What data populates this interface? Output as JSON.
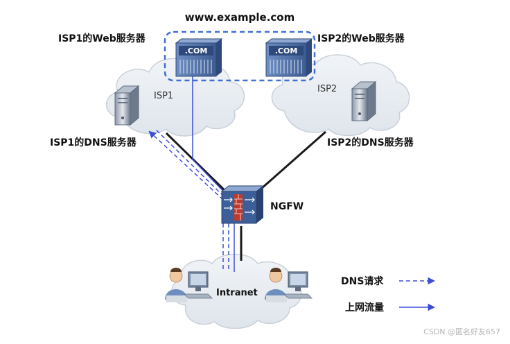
{
  "title": "www.example.com",
  "labels": {
    "isp1_web": "ISP1的Web服务器",
    "isp2_web": "ISP2的Web服务器",
    "isp1_dns": "ISP1的DNS服务器",
    "isp2_dns": "ISP2的DNS服务器",
    "isp1_cloud": "ISP1",
    "isp2_cloud": "ISP2",
    "ngfw": "NGFW",
    "intranet": "Intranet",
    "com_left": ".COM",
    "com_right": ".COM"
  },
  "legend": {
    "dns_request": "DNS请求",
    "internet_traffic": "上网流量"
  },
  "watermark": "CSDN @匿名好友657",
  "colors": {
    "cloud_fill": "#e8ecf1",
    "cloud_stroke": "#c9d0d9",
    "web_group_border": "#3f6fd1",
    "link_black": "#1a1a1a",
    "flow_blue": "#3b4ed8",
    "server_blue": "#4c6ea6",
    "firewall_blue": "#3d5f99",
    "firewall_red": "#c0392b"
  },
  "icons": [
    "cloud-icon",
    "server-icon",
    "tower-server-icon",
    "firewall-icon",
    "user-workstation-icon",
    "arrow-icon"
  ]
}
